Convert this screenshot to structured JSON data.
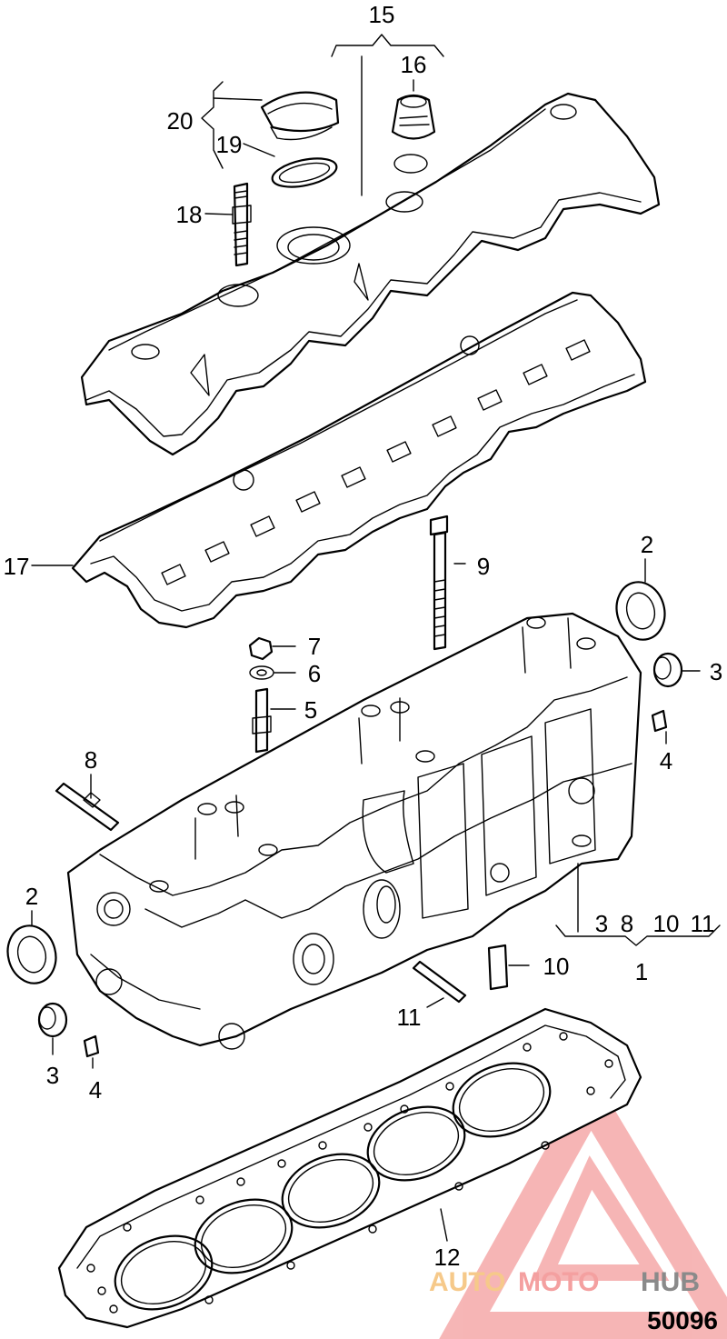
{
  "diagram_code": "50096",
  "watermark": {
    "part_a": "AUTO",
    "part_b": "MOTO",
    "part_c": "HUB",
    "color_a": "#f6c98a",
    "color_b": "#f4a0a0",
    "color_c": "#8a8a8a"
  },
  "callouts": {
    "c1": "1",
    "c2a": "2",
    "c2b": "2",
    "c3a": "3",
    "c3b": "3",
    "c4a": "4",
    "c4b": "4",
    "c5": "5",
    "c6": "6",
    "c7": "7",
    "c8a": "8",
    "c9": "9",
    "c10": "10",
    "c11": "11",
    "c12": "12",
    "c15": "15",
    "c16": "16",
    "c17": "17",
    "c18": "18",
    "c19": "19",
    "c20": "20",
    "kit_list": {
      "a": "3",
      "b": "8",
      "c": "10",
      "d": "11"
    }
  }
}
